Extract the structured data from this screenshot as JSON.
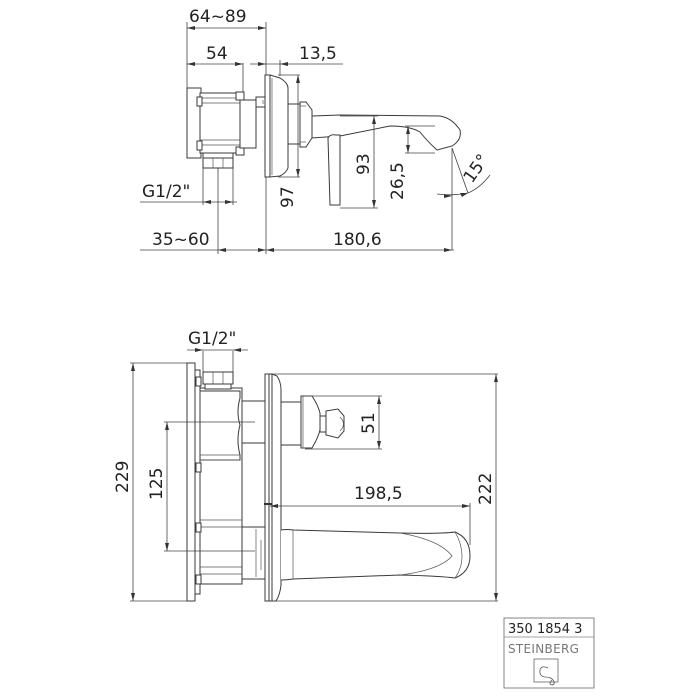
{
  "drawing": {
    "type": "technical-dimension-drawing",
    "subject": "wall-mounted single-lever basin mixer with concealed body",
    "views": [
      {
        "name": "side-view",
        "dimensions": {
          "install_depth_range": "64~89",
          "body_depth": "54",
          "rosette_offset": "13,5",
          "thread_size": "G1/2\"",
          "wall_depth_range": "35~60",
          "spout_projection": "180,6",
          "rosette_height": "97",
          "spout_height": "93",
          "outlet_height": "26,5",
          "outlet_angle": "15°"
        }
      },
      {
        "name": "front-view",
        "dimensions": {
          "thread_size": "G1/2\"",
          "body_height": "229",
          "body_fixing_distance": "125",
          "handle_height": "51",
          "spout_length": "198,5",
          "plate_height": "222"
        }
      }
    ]
  },
  "title_block": {
    "article_number": "350 1854 3",
    "brand": "STEINBERG",
    "logo_icon": "steinberg-logo-icon"
  },
  "colors": {
    "line": "#333333",
    "text": "#222222",
    "brand_text": "#777777",
    "background": "#ffffff"
  }
}
